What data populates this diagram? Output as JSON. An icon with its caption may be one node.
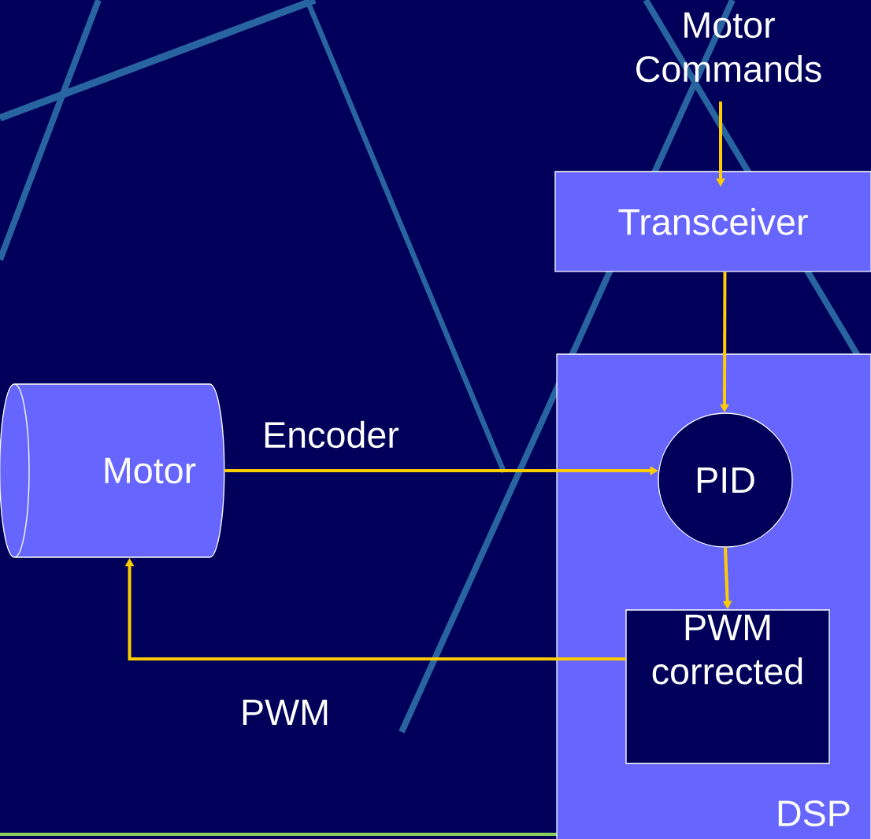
{
  "diagram": {
    "nodes": [
      {
        "text": [
          "Motor Commands"
        ]
      },
      {
        "text": [
          "Transceiver"
        ]
      },
      {
        "text": [
          "DSP"
        ]
      },
      {
        "text": [
          "PID"
        ],
        "in": 2
      },
      {
        "text": [
          "PWM corrected"
        ],
        "in": 2
      },
      {
        "text": [
          "Motor"
        ]
      }
    ],
    "edges": [
      {
        "from": 0,
        "to": 1,
        "arrow": "to"
      },
      {
        "from": 1,
        "to": 3,
        "arrow": "to"
      },
      {
        "from": 5,
        "to": 3,
        "arrow": "to",
        "label": "Encoder"
      },
      {
        "from": 3,
        "to": 4,
        "arrow": "to"
      },
      {
        "from": 4,
        "to": 5,
        "arrow": "to",
        "label": "PWM"
      }
    ]
  }
}
